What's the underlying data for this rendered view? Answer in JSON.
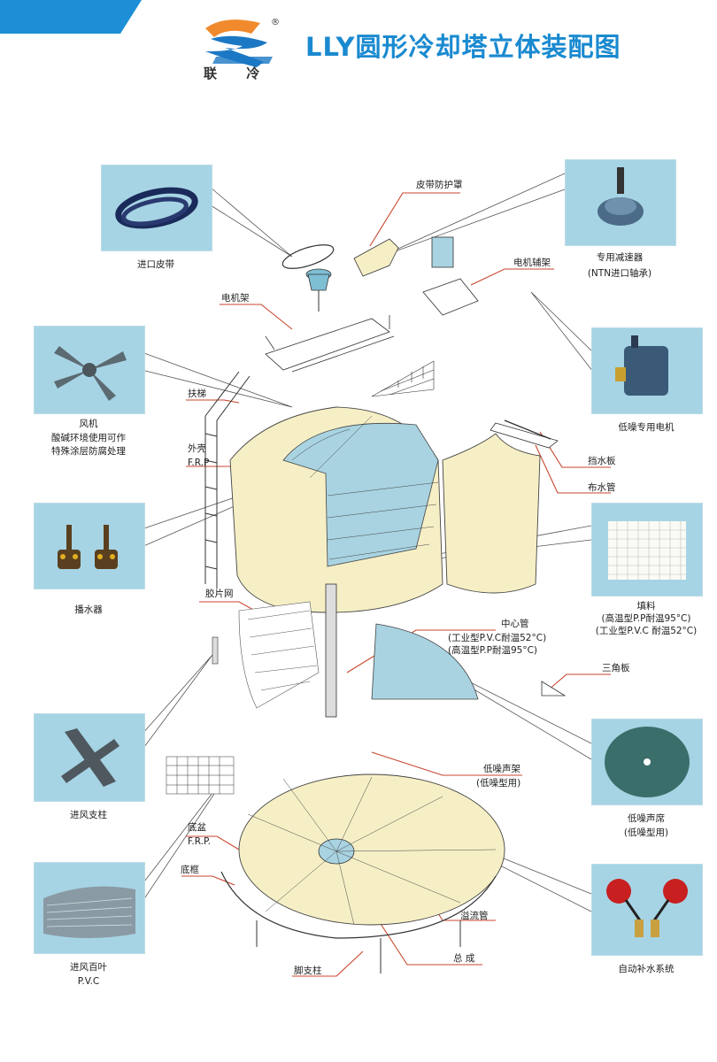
{
  "header": {
    "title": "LLY圆形冷却塔立体装配图",
    "logo_text": "联 冷",
    "logo_mark": "®"
  },
  "photos": [
    {
      "id": "belt",
      "caption": "进口皮带",
      "icon": "belt-photo"
    },
    {
      "id": "reducer",
      "caption": "专用减速器",
      "sub": "(NTN进口轴承)",
      "icon": "reducer-photo"
    },
    {
      "id": "fan",
      "caption": "风机",
      "sub": "酸碱环境使用可作",
      "sub2": "特殊涂层防腐处理",
      "icon": "fan-photo"
    },
    {
      "id": "motor",
      "caption": "低噪专用电机",
      "icon": "motor-photo"
    },
    {
      "id": "sprinkler",
      "caption": "播水器",
      "icon": "sprinkler-photo"
    },
    {
      "id": "fill",
      "caption": "填料",
      "sub": "(高温型P.P耐温95°C)",
      "sub2": "(工业型P.V.C 耐温52°C)",
      "icon": "fill-photo"
    },
    {
      "id": "column",
      "caption": "进风支柱",
      "icon": "column-photo"
    },
    {
      "id": "mat",
      "caption": "低噪声席",
      "sub": "(低噪型用)",
      "icon": "mat-photo"
    },
    {
      "id": "louver",
      "caption": "进风百叶",
      "sub": "P.V.C",
      "icon": "louver-photo"
    },
    {
      "id": "float",
      "caption": "自动补水系统",
      "icon": "float-valve-photo"
    }
  ],
  "labels": {
    "belt_guard": "皮带防护罩",
    "motor_bracket_top": "电机辅架",
    "motor_frame": "电机架",
    "ladder": "扶梯",
    "shell": "外壳",
    "shell_sub": "F.R.P",
    "eliminator": "挡水板",
    "dist_pipe": "布水管",
    "fill_net": "胶片网",
    "center_pipe": "中心管",
    "center_pipe_sub1": "(工业型P.V.C耐温52°C)",
    "center_pipe_sub2": "(高温型P.P耐温95°C)",
    "triangle_plate": "三角板",
    "noise_frame": "低噪声架",
    "noise_frame_sub": "(低噪型用)",
    "basin": "底盆",
    "basin_sub": "F.R.P.",
    "base_frame": "底框",
    "overflow": "溢流管",
    "leg": "脚支柱",
    "assembly": "总 成"
  },
  "colors": {
    "brand_blue": "#1a8ad0",
    "leader_red": "#c8452d",
    "photo_bg": "#a6d4e4",
    "shell_fill": "#f6efc6",
    "fill_blue": "#a9d3e1"
  }
}
